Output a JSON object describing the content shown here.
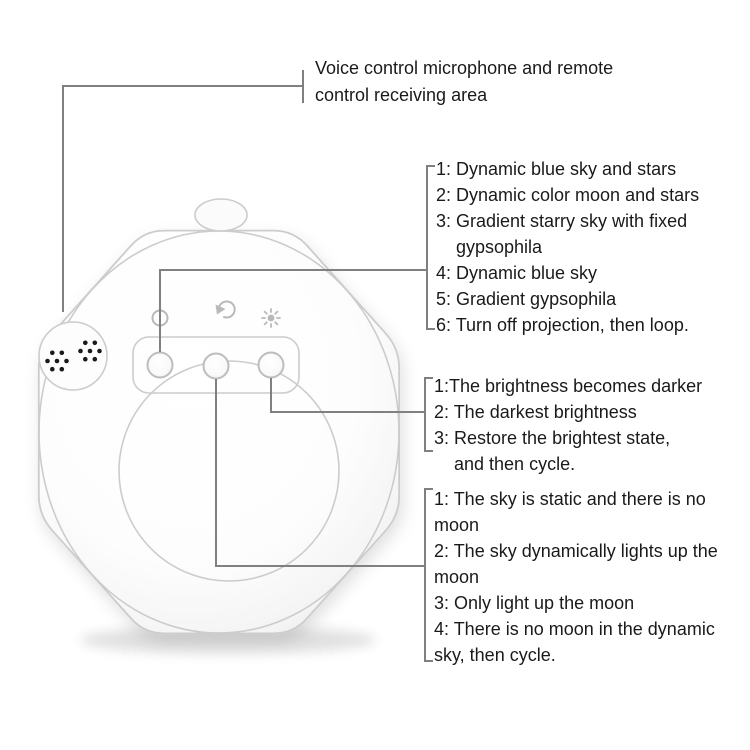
{
  "colors": {
    "text": "#1a1a1a",
    "line": "#808080",
    "device-stroke": "#cccccc",
    "icon": "#b9b9b9",
    "dot": "#1a1a1a"
  },
  "callouts": {
    "mic": {
      "lines": [
        "Voice control microphone and remote",
        "control receiving area"
      ]
    },
    "projection": {
      "lines": [
        "1: Dynamic blue sky and stars",
        "2: Dynamic color moon and stars",
        "3: Gradient starry sky with fixed",
        "    gypsophila",
        "4: Dynamic blue sky",
        "5: Gradient gypsophila",
        "6: Turn off projection, then loop."
      ]
    },
    "brightness": {
      "lines": [
        "1:The brightness becomes darker",
        "2: The darkest brightness",
        "3: Restore the brightest state,",
        "    and then cycle."
      ]
    },
    "moon": {
      "lines": [
        "1: The sky is static and there is no",
        "moon",
        "2: The sky dynamically lights up the",
        "moon",
        "3: Only light up the moon",
        "4: There is no moon in the dynamic",
        "sky, then cycle."
      ]
    }
  },
  "device": {
    "buttons": [
      {
        "name": "power-button",
        "icon": "power-icon"
      },
      {
        "name": "mode-button",
        "icon": "cycle-icon"
      },
      {
        "name": "brightness-button",
        "icon": "sun-icon"
      }
    ]
  }
}
